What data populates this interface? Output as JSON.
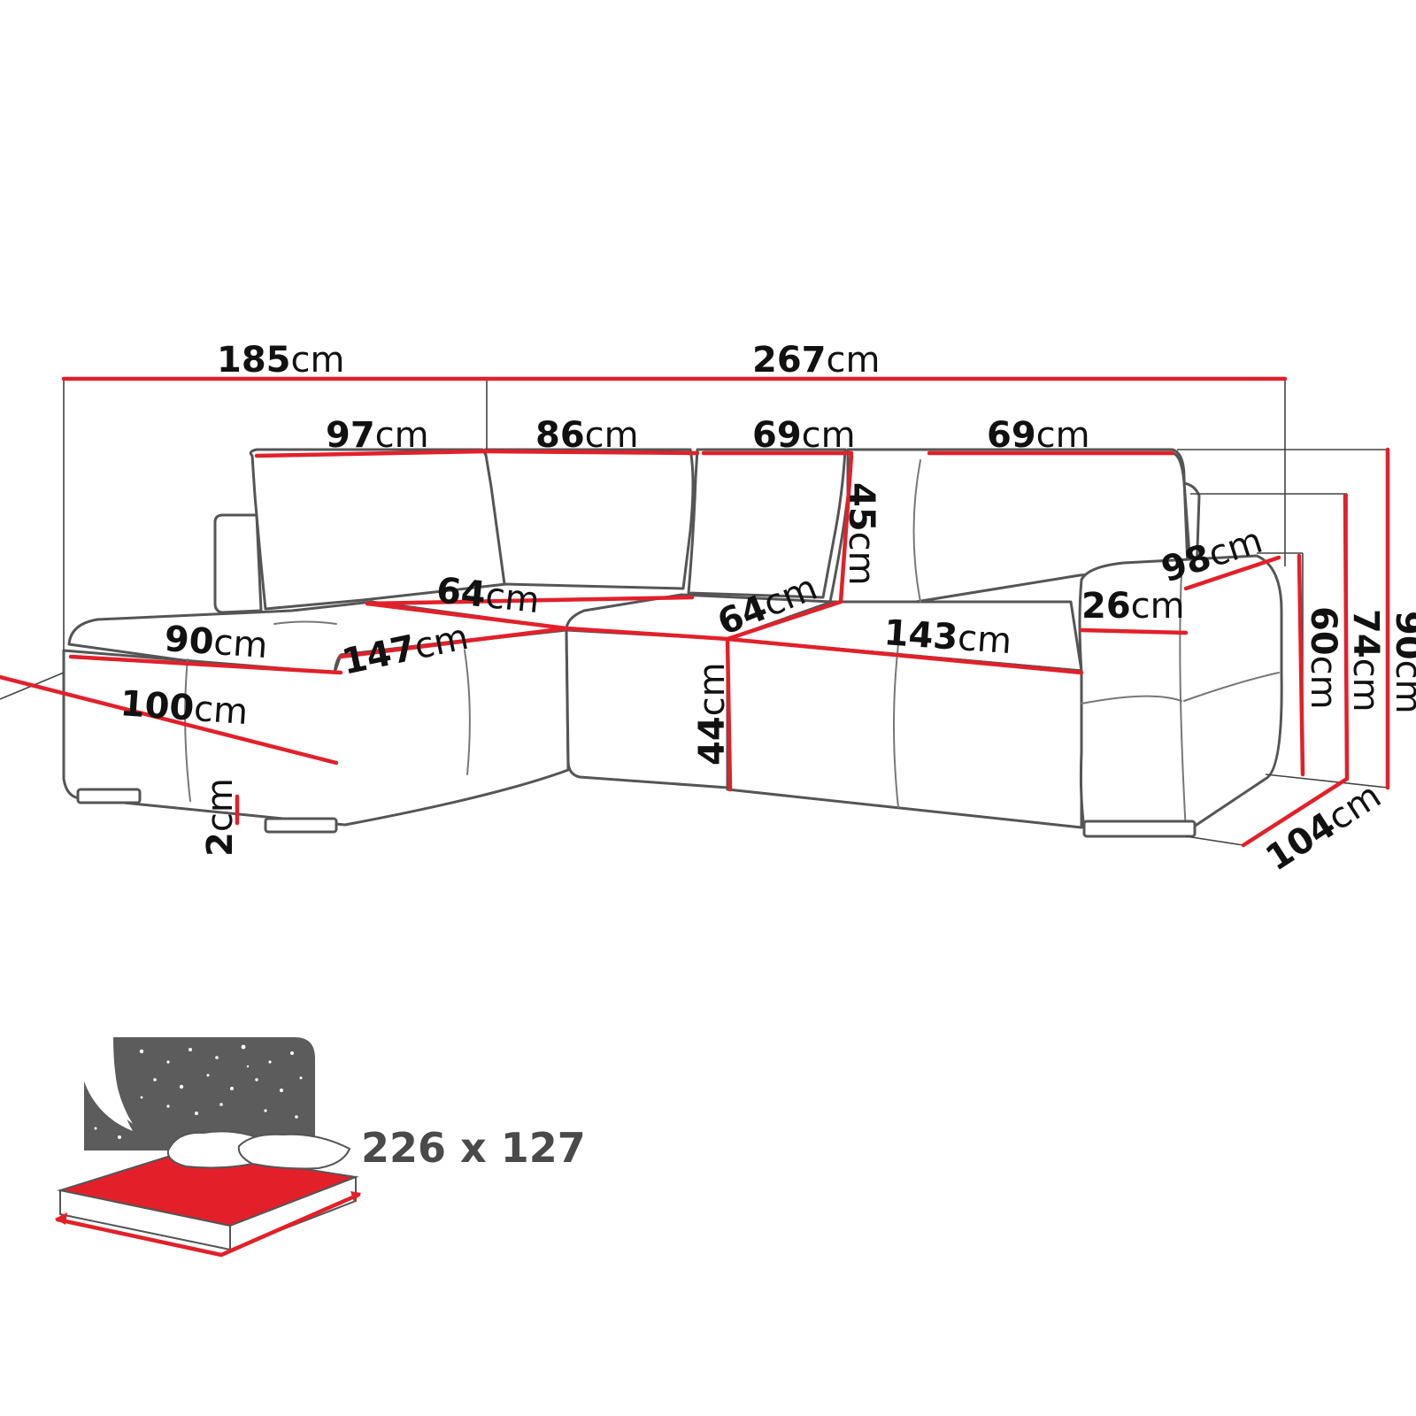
{
  "unit": "cm",
  "dimensions": {
    "total_left": "185",
    "total_right": "267",
    "back_1": "97",
    "back_2": "86",
    "back_3": "69",
    "back_4": "69",
    "back_height": "45",
    "seat_depth_a": "64",
    "seat_depth_b": "64",
    "chaise_seat_width": "90",
    "chaise_length": "147",
    "chaise_width": "100",
    "seat_length": "143",
    "armrest_width": "26",
    "armrest_length": "98",
    "seat_height": "44",
    "leg_height": "2",
    "armrest_height": "60",
    "back_top_height": "74",
    "total_height": "90",
    "depth": "104"
  },
  "sleeping_area": {
    "label": "226 x 127"
  },
  "colors": {
    "dimension_line": "#e3202a",
    "outline": "#555555",
    "text": "#111111",
    "night_panel": "#5c5c5c"
  }
}
